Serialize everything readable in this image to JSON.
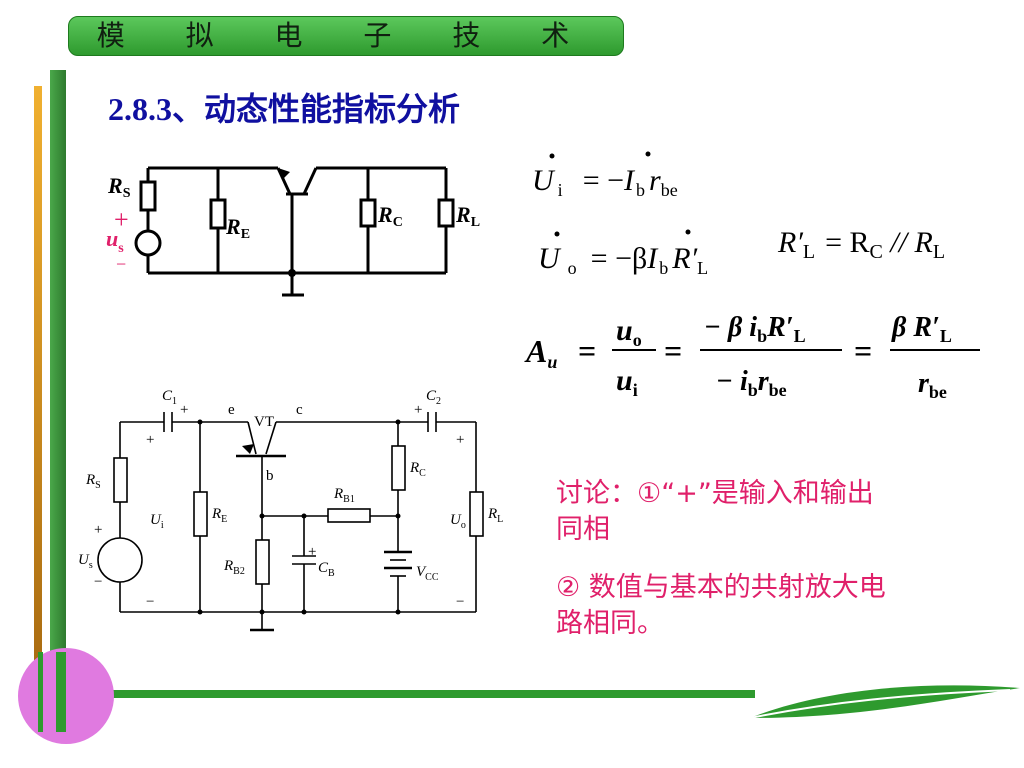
{
  "header": {
    "title": "模 拟 电 子 技 术"
  },
  "slide": {
    "section_title": "2.8.3、动态性能指标分析"
  },
  "circuit_small": {
    "labels": {
      "rs": "R",
      "rs_sub": "S",
      "re": "R",
      "re_sub": "E",
      "rc": "R",
      "rc_sub": "C",
      "rl": "R",
      "rl_sub": "L",
      "us": "u",
      "us_sub": "s",
      "plus": "+",
      "minus": "−"
    }
  },
  "equations": {
    "ui": {
      "lhs": "U",
      "lhs_sub": "i",
      "rhs": "= −",
      "i": "I",
      "i_sub": "b",
      "r": "r",
      "r_sub": "be"
    },
    "uo": {
      "lhs": "U",
      "lhs_sub": "o",
      "rhs": "= −β",
      "i": "I",
      "i_sub": "b",
      "r": "R′",
      "r_sub": "L"
    },
    "rl_def": {
      "lhs": "R′",
      "lhs_sub": "L",
      "rhs": "= R",
      "rhs_sub": "C",
      "par": " // R",
      "par_sub": "L"
    },
    "au": {
      "a": "A",
      "a_sub": "u",
      "eq": "=",
      "num1": "u",
      "num1_sub": "o",
      "den1": "u",
      "den1_sub": "i",
      "num2": "− β i",
      "num2_sub": "b",
      "num2_r": "R′",
      "num2_r_sub": "L",
      "den2": "− i",
      "den2_sub": "b",
      "den2_r": "r",
      "den2_r_sub": "be",
      "num3": "β R′",
      "num3_sub": "L",
      "den3": "r",
      "den3_sub": "be"
    }
  },
  "circuit_full": {
    "labels": {
      "c1": "C",
      "c1_sub": "1",
      "c2": "C",
      "c2_sub": "2",
      "e": "e",
      "c": "c",
      "b": "b",
      "vt": "VT",
      "rs": "R",
      "rs_sub": "S",
      "re": "R",
      "re_sub": "E",
      "rc": "R",
      "rc_sub": "C",
      "rb1": "R",
      "rb1_sub": "B1",
      "rb2": "R",
      "rb2_sub": "B2",
      "cb": "C",
      "cb_sub": "B",
      "vcc": "V",
      "vcc_sub": "CC",
      "rl": "R",
      "rl_sub": "L",
      "ui": "U",
      "ui_sub": "i",
      "uo": "U",
      "uo_sub": "o",
      "us": "U",
      "us_sub": "s",
      "plus": "+",
      "minus": "−"
    }
  },
  "discussion": {
    "line1": "讨论：①“+”是输入和输出",
    "line2": "同相",
    "line3": "② 数值与基本的共射放大电",
    "line4": "路相同。"
  },
  "colors": {
    "green": "#2e9a2e",
    "orange": "#f0a020",
    "title_blue": "#1010a0",
    "accent_pink": "#e0206a",
    "circle": "#e07ae0"
  }
}
